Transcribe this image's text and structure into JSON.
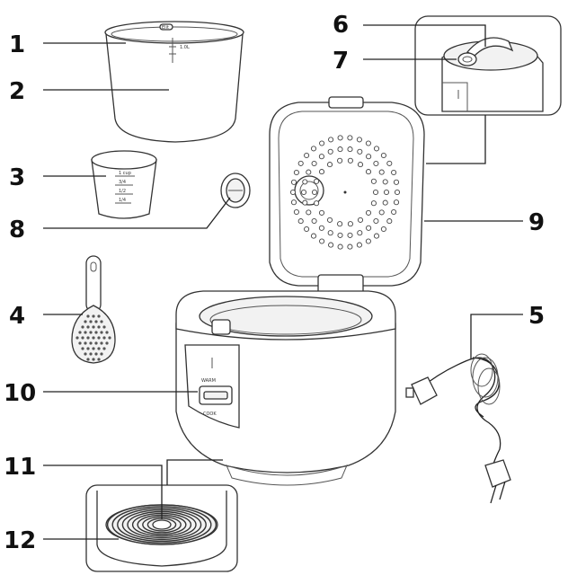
{
  "callouts": [
    {
      "id": "1",
      "label": "1"
    },
    {
      "id": "2",
      "label": "2"
    },
    {
      "id": "3",
      "label": "3"
    },
    {
      "id": "4",
      "label": "4"
    },
    {
      "id": "5",
      "label": "5"
    },
    {
      "id": "6",
      "label": "6"
    },
    {
      "id": "7",
      "label": "7"
    },
    {
      "id": "8",
      "label": "8"
    },
    {
      "id": "9",
      "label": "9"
    },
    {
      "id": "10",
      "label": "10"
    },
    {
      "id": "11",
      "label": "11"
    },
    {
      "id": "12",
      "label": "12"
    }
  ],
  "inner_pot": {
    "brand_mark": "Elit",
    "max_mark": "1.0L"
  },
  "measuring_cup": {
    "marks": [
      "1 cup",
      "3/4",
      "1/2",
      "1/4"
    ]
  },
  "control_panel": {
    "top_label": "WARM",
    "bottom_label": "COOK"
  }
}
